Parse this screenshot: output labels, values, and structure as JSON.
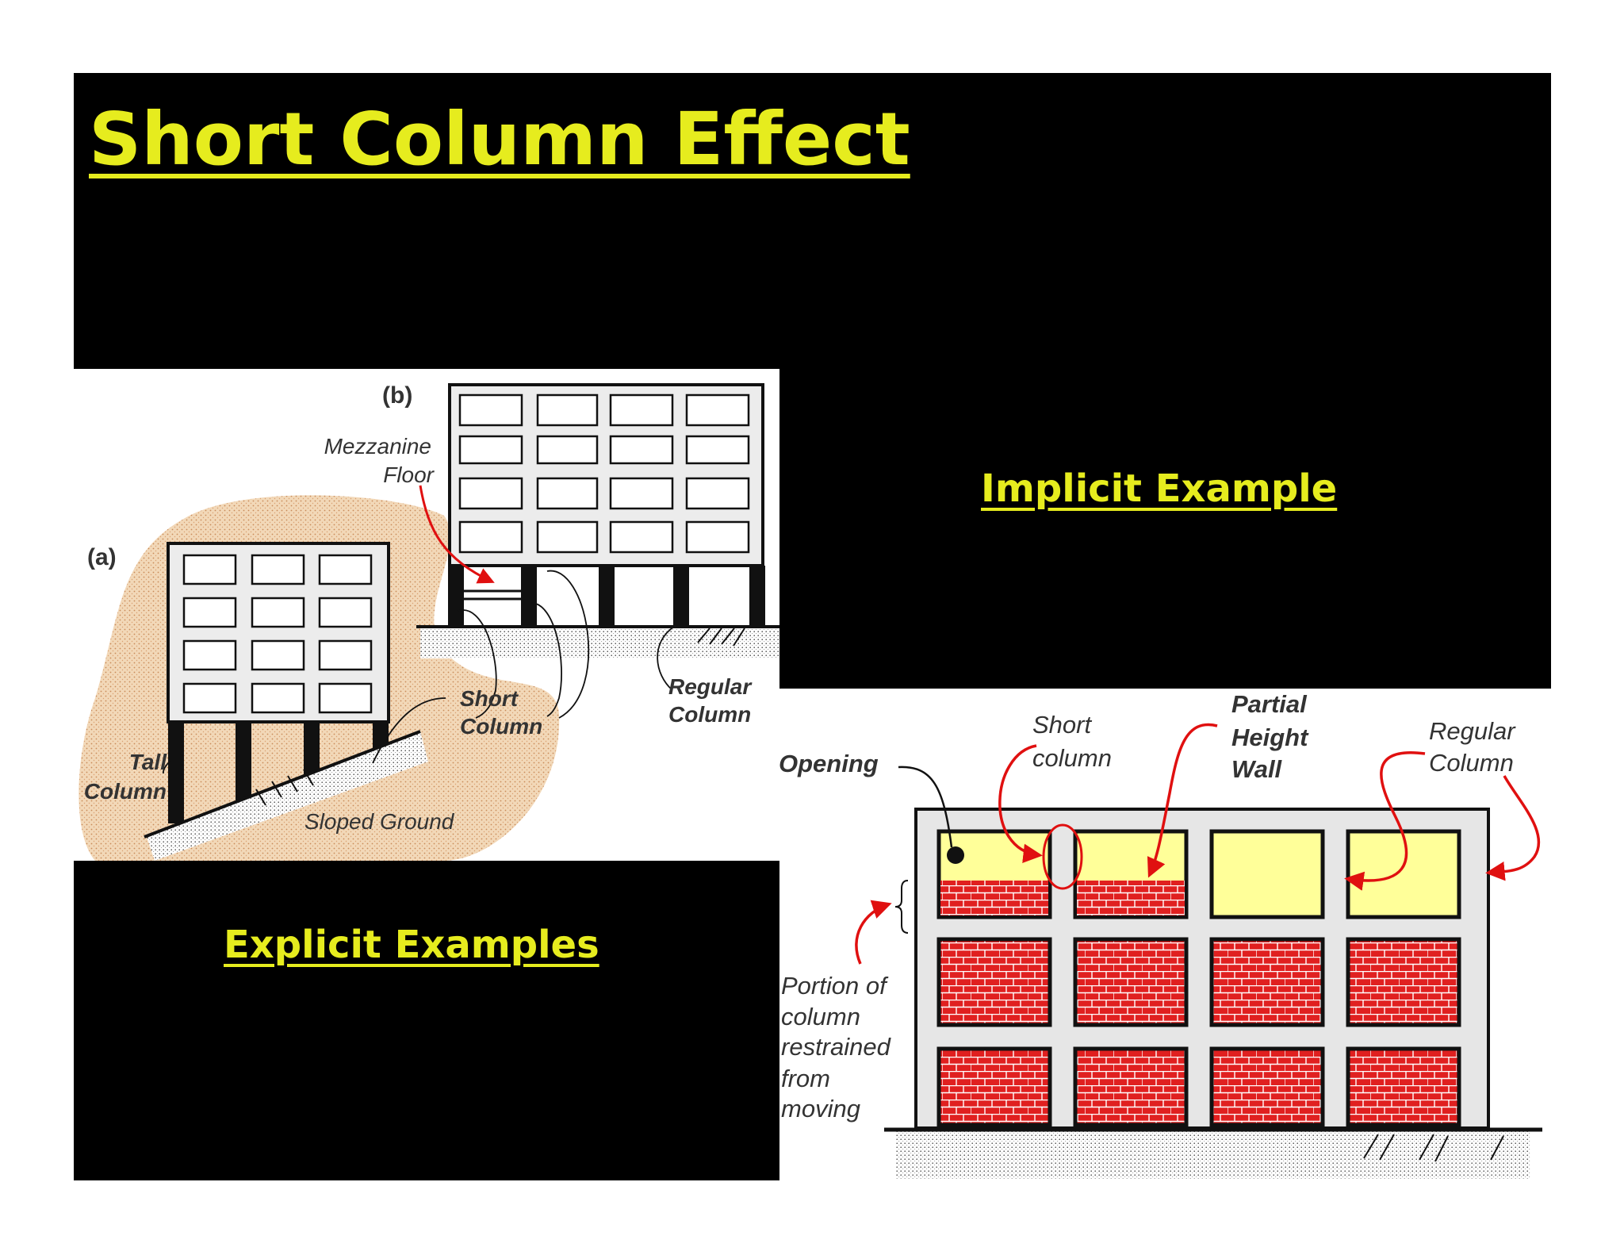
{
  "slide": {
    "title": "Short Column Effect",
    "implicit_label": "Implicit Example",
    "explicit_label": "Explicit Examples"
  },
  "figure_left": {
    "label_a": "(a)",
    "label_b": "(b)",
    "mezzanine_line1": "Mezzanine",
    "mezzanine_line2": "Floor",
    "short_line1": "Short",
    "short_line2": "Column",
    "regular_line1": "Regular",
    "regular_line2": "Column",
    "tall_line1": "Tall",
    "tall_line2": "Column",
    "sloped_ground": "Sloped Ground"
  },
  "figure_right": {
    "opening": "Opening",
    "short_line1": "Short",
    "short_line2": "column",
    "partial_line1": "Partial",
    "partial_line2": "Height",
    "partial_line3": "Wall",
    "regular_line1": "Regular",
    "regular_line2": "Column",
    "portion_line1": "Portion of",
    "portion_line2": "column",
    "portion_line3": "restrained",
    "portion_line4": "from",
    "portion_line5": "moving"
  },
  "colors": {
    "title_yellow": "#e6ec1e",
    "brick_red": "#e02020",
    "opening_yellow": "#ffff99",
    "soil_tan": "#f2d8b8",
    "arrow_red": "#e01010"
  }
}
